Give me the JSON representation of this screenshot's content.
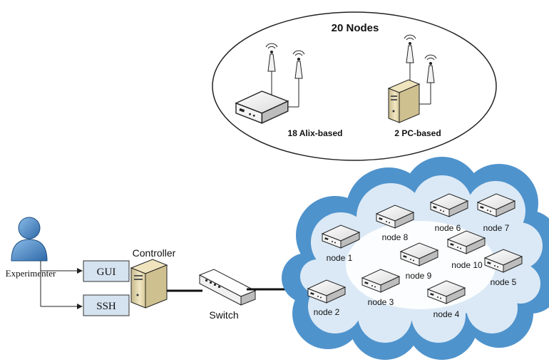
{
  "top_group": {
    "title": "20 Nodes",
    "alix_label": "18 Alix-based",
    "pc_label": "2 PC-based"
  },
  "left": {
    "experimenter_label": "Experimenter",
    "gui_label": "GUI",
    "ssh_label": "SSH",
    "controller_label": "Controller",
    "switch_label": "Switch"
  },
  "nodes": [
    {
      "id": "node1",
      "label": "node 1"
    },
    {
      "id": "node2",
      "label": "node 2"
    },
    {
      "id": "node3",
      "label": "node 3"
    },
    {
      "id": "node4",
      "label": "node 4"
    },
    {
      "id": "node5",
      "label": "node 5"
    },
    {
      "id": "node6",
      "label": "node 6"
    },
    {
      "id": "node7",
      "label": "node 7"
    },
    {
      "id": "node8",
      "label": "node 8"
    },
    {
      "id": "node9",
      "label": "node 9"
    },
    {
      "id": "node10",
      "label": "node 10"
    }
  ],
  "colors": {
    "cloud_blue": "#4f93cc",
    "person_blue": "#3f7fc0",
    "box_fill": "#d5e2f0",
    "server_beige": "#e9dcae"
  }
}
